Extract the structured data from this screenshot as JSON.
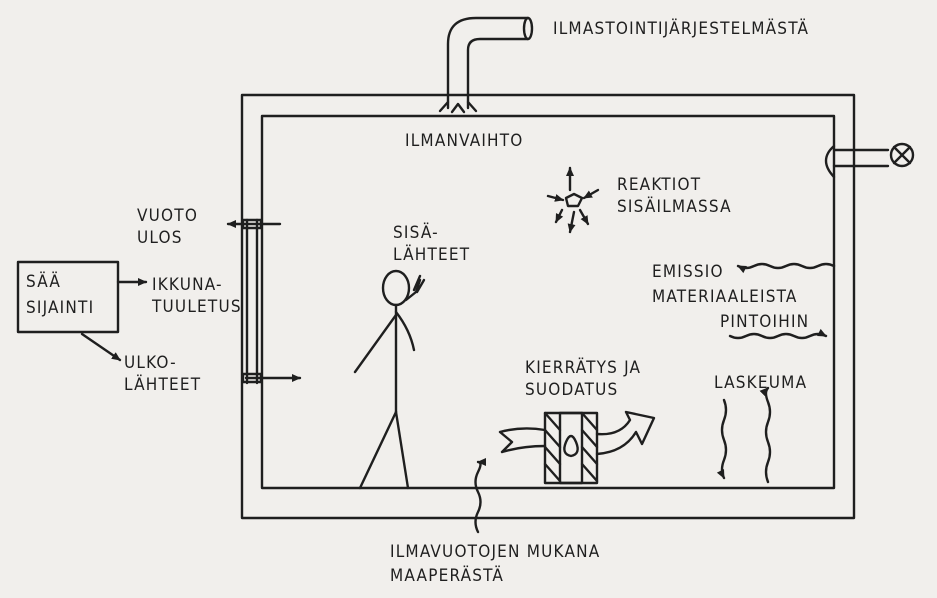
{
  "labels": {
    "ventilation_source": "ILMASTOINTIJÄRJESTELMÄSTÄ",
    "air_exchange": "ILMANVAIHTO",
    "reactions": [
      "REAKTIOT",
      "SISÄILMASSA"
    ],
    "leak_out": [
      "VUOTO",
      "ULOS"
    ],
    "indoor_sources": [
      "SISÄ-",
      "LÄHTEET"
    ],
    "weather_box": [
      "SÄÄ",
      "SIJAINTI"
    ],
    "window_vent": [
      "IKKUNA-",
      "TUULETUS"
    ],
    "emission": [
      "EMISSIO",
      "MATERIAALEISTA",
      "PINTOIHIN"
    ],
    "outdoor_sources": [
      "ULKO-",
      "LÄHTEET"
    ],
    "recirculation": [
      "KIERRÄTYS JA",
      "SUODATUS"
    ],
    "deposition": "LASKEUMA",
    "ground_infiltration": [
      "ILMAVUOTOJEN MUKANA",
      "MAAPERÄSTÄ"
    ]
  },
  "colors": {
    "ink": "#1f1f1f",
    "paper": "#f1efec"
  }
}
